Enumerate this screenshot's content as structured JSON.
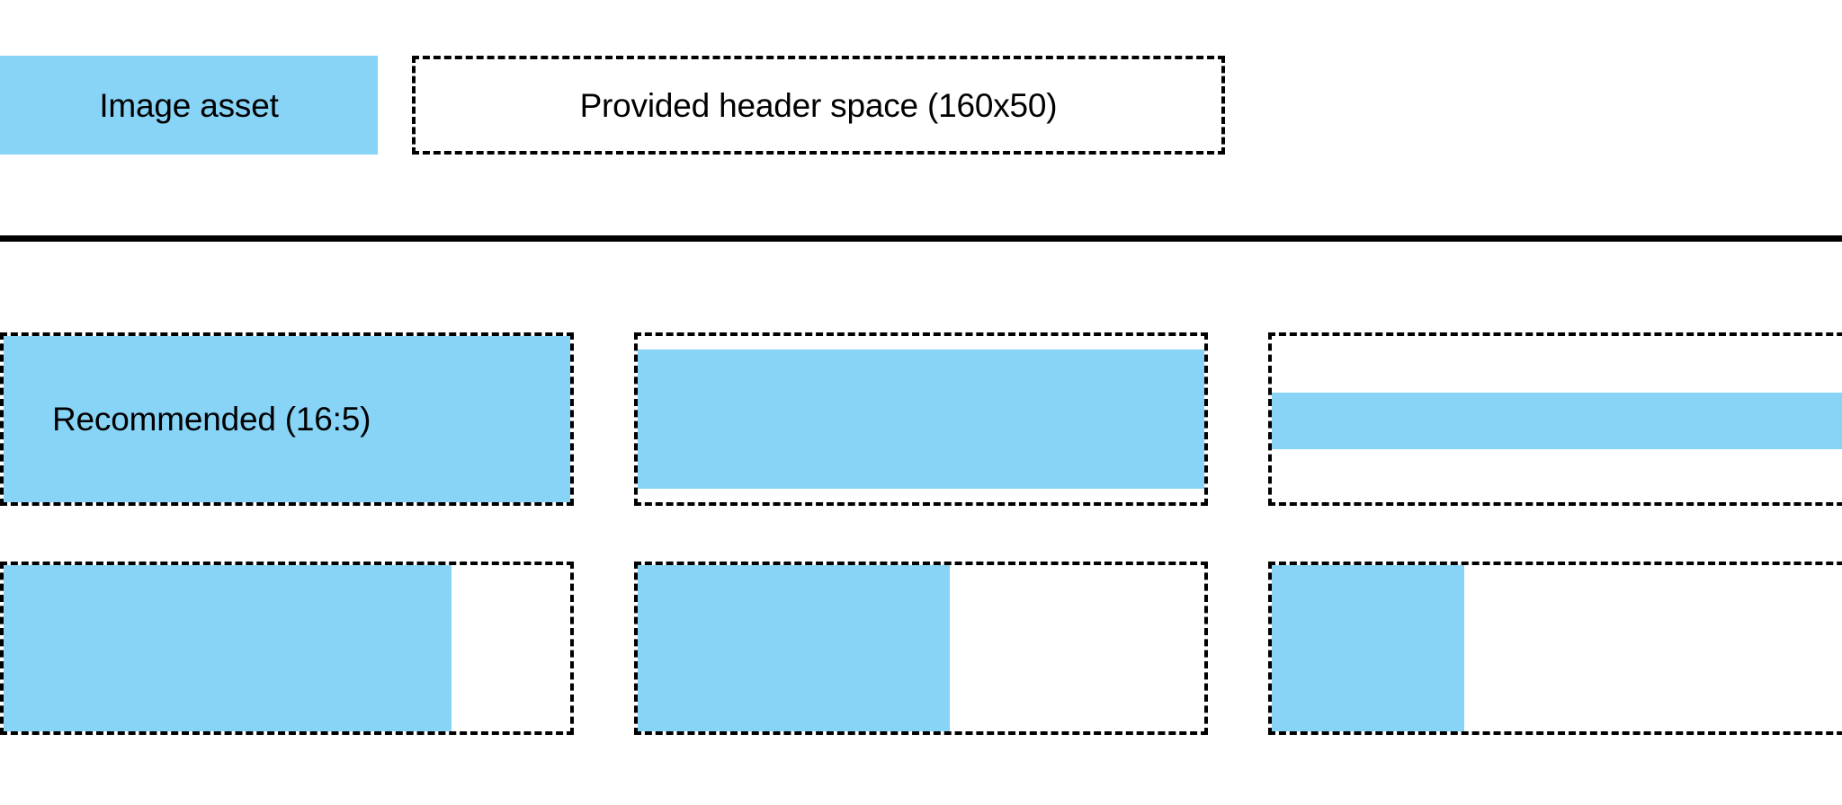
{
  "colors": {
    "accent": "#87D4F7",
    "outline": "#000000",
    "background": "#ffffff",
    "text": "#000000"
  },
  "legend": {
    "swatch_label": "Image asset",
    "provided_space_label": "Provided header space (160x50)"
  },
  "divider": {
    "present": true
  },
  "samples": {
    "recommended_label": "Recommended (16:5)",
    "rows": [
      {
        "row_index": 0,
        "cells": [
          {
            "name": "recommended-16-5",
            "label": "Recommended (16:5)",
            "fill_left_pct": 0,
            "fill_top_pct": 0,
            "fill_width_pct": 100,
            "fill_height_pct": 100
          },
          {
            "name": "wide-short-fill",
            "label": "",
            "fill_left_pct": 0,
            "fill_top_pct": 8,
            "fill_width_pct": 100,
            "fill_height_pct": 84
          },
          {
            "name": "wide-band-fill",
            "label": "",
            "fill_left_pct": 0,
            "fill_top_pct": 34,
            "fill_width_pct": 100,
            "fill_height_pct": 34
          }
        ]
      },
      {
        "row_index": 1,
        "cells": [
          {
            "name": "partial-width-79",
            "label": "",
            "fill_left_pct": 0,
            "fill_top_pct": 0,
            "fill_width_pct": 79,
            "fill_height_pct": 100
          },
          {
            "name": "partial-width-55",
            "label": "",
            "fill_left_pct": 0,
            "fill_top_pct": 0,
            "fill_width_pct": 55,
            "fill_height_pct": 100
          },
          {
            "name": "partial-width-32",
            "label": "",
            "fill_left_pct": 0,
            "fill_top_pct": 0,
            "fill_width_pct": 32,
            "fill_height_pct": 100
          }
        ]
      }
    ]
  }
}
